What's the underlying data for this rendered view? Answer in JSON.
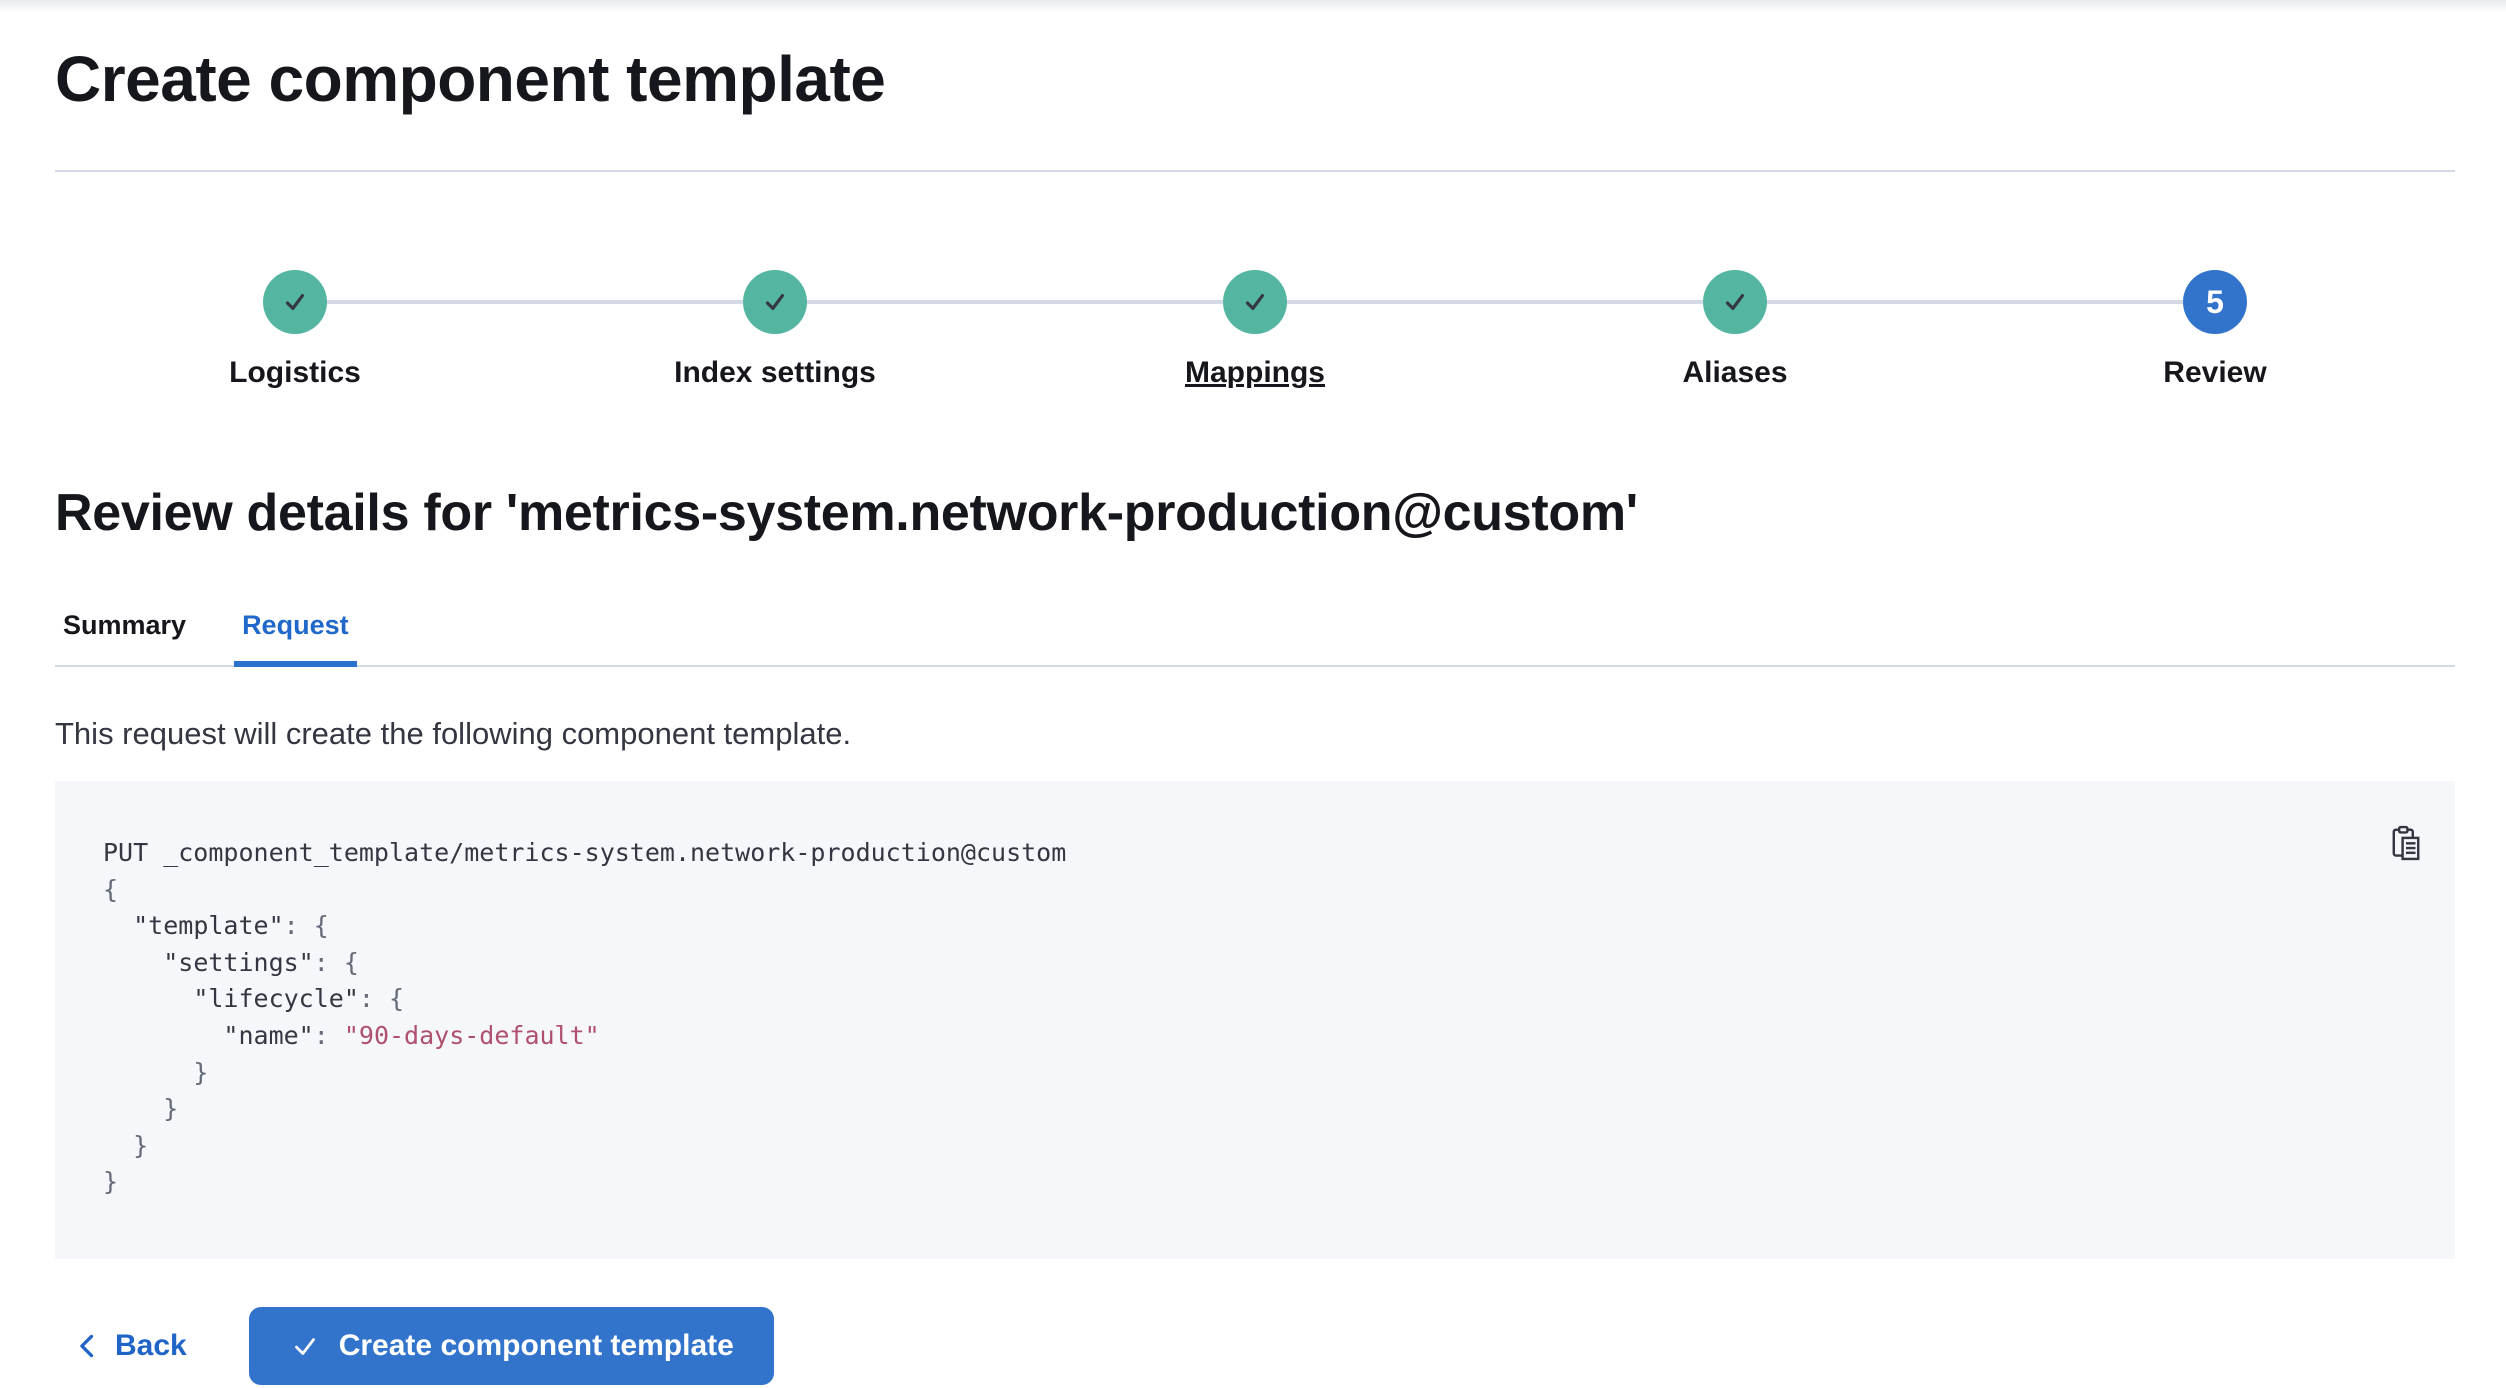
{
  "page": {
    "title": "Create component template"
  },
  "stepper": {
    "steps": [
      {
        "label": "Logistics",
        "status": "complete"
      },
      {
        "label": "Index settings",
        "status": "complete"
      },
      {
        "label": "Mappings",
        "status": "complete",
        "underlined": true
      },
      {
        "label": "Aliases",
        "status": "complete"
      },
      {
        "label": "Review",
        "status": "current",
        "number": "5"
      }
    ]
  },
  "review": {
    "heading": "Review details for 'metrics-system.network-production@custom'",
    "tabs": [
      {
        "label": "Summary",
        "active": false
      },
      {
        "label": "Request",
        "active": true
      }
    ],
    "description": "This request will create the following component template."
  },
  "code_block": {
    "copy_icon": "copy-clipboard-icon",
    "lines": [
      [
        [
          "plain",
          "PUT _component_template/metrics-system.network-production@custom"
        ]
      ],
      [
        [
          "punct",
          "{"
        ]
      ],
      [
        [
          "plain",
          "  "
        ],
        [
          "key",
          "\"template\""
        ],
        [
          "punct",
          ": {"
        ]
      ],
      [
        [
          "plain",
          "    "
        ],
        [
          "key",
          "\"settings\""
        ],
        [
          "punct",
          ": {"
        ]
      ],
      [
        [
          "plain",
          "      "
        ],
        [
          "key",
          "\"lifecycle\""
        ],
        [
          "punct",
          ": {"
        ]
      ],
      [
        [
          "plain",
          "        "
        ],
        [
          "key",
          "\"name\""
        ],
        [
          "punct",
          ": "
        ],
        [
          "str",
          "\"90-days-default\""
        ]
      ],
      [
        [
          "plain",
          "      "
        ],
        [
          "punct",
          "}"
        ]
      ],
      [
        [
          "plain",
          "    "
        ],
        [
          "punct",
          "}"
        ]
      ],
      [
        [
          "plain",
          "  "
        ],
        [
          "punct",
          "}"
        ]
      ],
      [
        [
          "punct",
          "}"
        ]
      ]
    ]
  },
  "footer": {
    "back_label": "Back",
    "submit_label": "Create component template"
  },
  "colors": {
    "step_complete_teal": "#54b6a0",
    "step_current_blue": "#3274cb",
    "link_blue": "#2064c8",
    "tab_active_blue": "#2068c9",
    "rule_gray": "#d3dae6",
    "code_background": "#f5f7fa",
    "code_string_pink": "#b0506f",
    "heading_text": "#16171c",
    "body_text": "#343741"
  }
}
